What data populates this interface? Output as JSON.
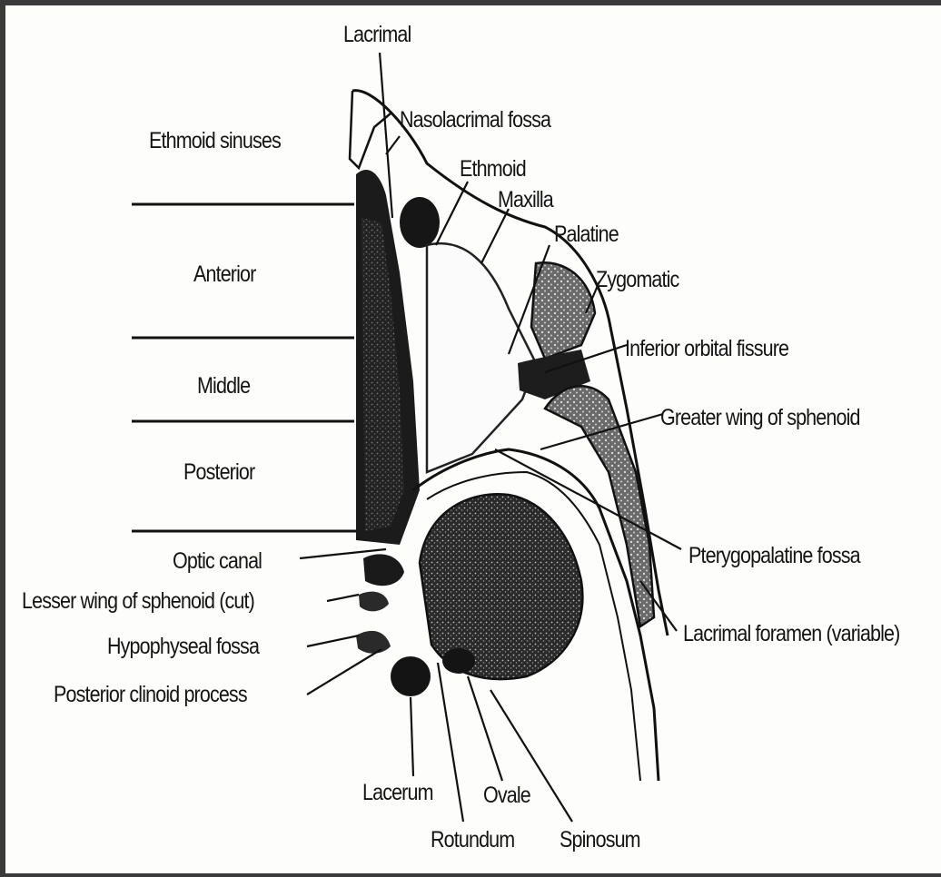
{
  "diagram": {
    "labels": {
      "lacrimal": "Lacrimal",
      "nasolacrimal_fossa": "Nasolacrimal fossa",
      "ethmoid_sinuses": "Ethmoid sinuses",
      "ethmoid": "Ethmoid",
      "maxilla": "Maxilla",
      "palatine": "Palatine",
      "zygomatic": "Zygomatic",
      "anterior": "Anterior",
      "middle": "Middle",
      "posterior": "Posterior",
      "inferior_orbital_fissure": "Inferior orbital fissure",
      "greater_wing_of_sphenoid": "Greater wing of sphenoid",
      "optic_canal": "Optic canal",
      "pterygopalatine_fossa": "Pterygopalatine fossa",
      "lesser_wing_of_sphenoid": "Lesser wing of sphenoid (cut)",
      "hypophyseal_fossa": "Hypophyseal fossa",
      "lacrimal_foramen": "Lacrimal foramen (variable)",
      "posterior_clinoid_process": "Posterior clinoid process",
      "lacerum": "Lacerum",
      "ovale": "Ovale",
      "rotundum": "Rotundum",
      "spinosum": "Spinosum"
    }
  }
}
